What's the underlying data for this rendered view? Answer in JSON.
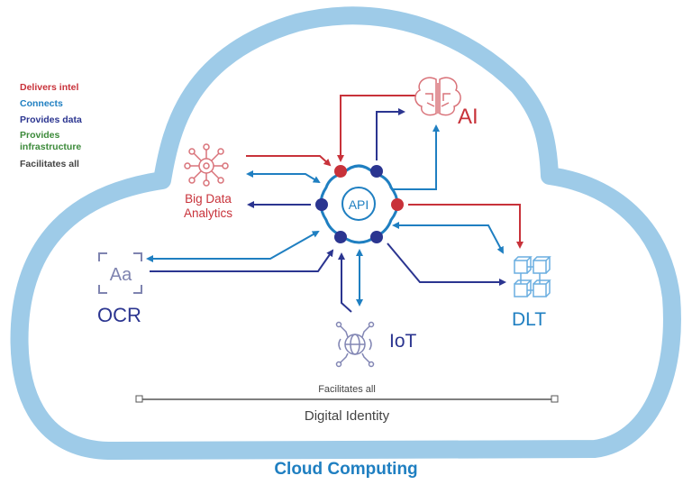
{
  "colors": {
    "delivers_intel": "#c8323a",
    "connects": "#1f7fc1",
    "provides_data": "#2b3590",
    "provides_infrastructure": "#3c8a3a",
    "facilitates_all": "#444444",
    "cloud": "#9ecbe8",
    "ocr": "#7f84b0",
    "iot": "#8286b4",
    "dlt": "#6aaee0"
  },
  "legend": [
    {
      "label": "Delivers intel",
      "key": "delivers_intel"
    },
    {
      "label": "Connects",
      "key": "connects"
    },
    {
      "label": "Provides data",
      "key": "provides_data"
    },
    {
      "label": "Provides infrastructure",
      "line1": "Provides",
      "line2": "infrastructure",
      "key": "provides_infrastructure"
    },
    {
      "label": "Facilitates all",
      "key": "facilitates_all"
    }
  ],
  "hub": {
    "label": "API",
    "icon": "gear-icon"
  },
  "nodes": {
    "ai": {
      "label": "AI",
      "icon": "brain-icon"
    },
    "big_data": {
      "line1": "Big Data",
      "line2": "Analytics",
      "icon": "network-hub-icon"
    },
    "ocr": {
      "label": "OCR",
      "icon": "text-scan-icon",
      "glyph": "Aa"
    },
    "dlt": {
      "label": "DLT",
      "icon": "blocks-icon"
    },
    "iot": {
      "label": "IoT",
      "icon": "globe-circuit-icon"
    }
  },
  "digital_identity": {
    "caption": "Facilitates all",
    "label": "Digital Identity"
  },
  "container_label": "Cloud Computing"
}
